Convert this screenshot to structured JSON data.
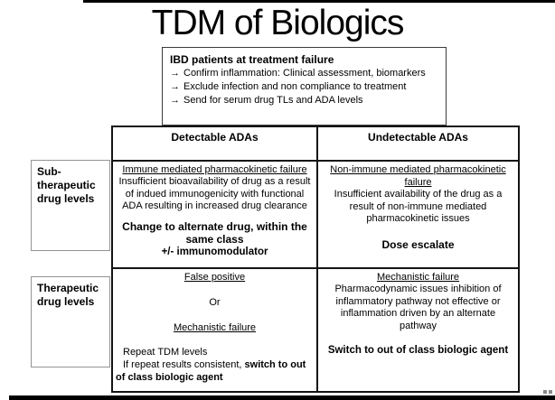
{
  "slide": {
    "title": "TDM of Biologics"
  },
  "intro_box": {
    "heading": "IBD patients at treatment failure",
    "arrow": "→",
    "items": [
      "Confirm inflammation: Clinical assessment, biomarkers",
      "Exclude infection and non compliance to treatment",
      "Send for serum drug TLs and ADA levels"
    ]
  },
  "row_labels": {
    "sub_therapeutic": "Sub-therapeutic drug levels",
    "therapeutic": "Therapeutic drug levels"
  },
  "table": {
    "columns": [
      "Detectable ADAs",
      "Undetectable ADAs"
    ],
    "sub_detectable": {
      "heading": "Immune mediated pharmacokinetic failure",
      "body": "Insufficient bioavailability of drug as a result of indued immunogenicity with functional ADA resulting in increased drug clearance",
      "action_line1": "Change to alternate drug, within the same class",
      "action_line2": "+/- immunomodulator"
    },
    "sub_undetectable": {
      "heading": "Non-immune mediated pharmacokinetic failure",
      "body": "Insufficient availability of the drug as a result of non-immune mediated pharmacokinetic issues",
      "action": "Dose escalate"
    },
    "ther_detectable": {
      "heading1": "False positive",
      "connector": "Or",
      "heading2": "Mechanistic failure",
      "step1": "Repeat TDM levels",
      "step2_prefix": "If repeat results consistent, ",
      "step2_bold": "switch to out of class biologic agent"
    },
    "ther_undetectable": {
      "heading": "Mechanistic failure",
      "body": "Pharmacodynamic issues inhibition of inflammatory pathway not effective or inflammation driven by an alternate pathway",
      "action": "Switch to out of class biologic agent"
    }
  }
}
